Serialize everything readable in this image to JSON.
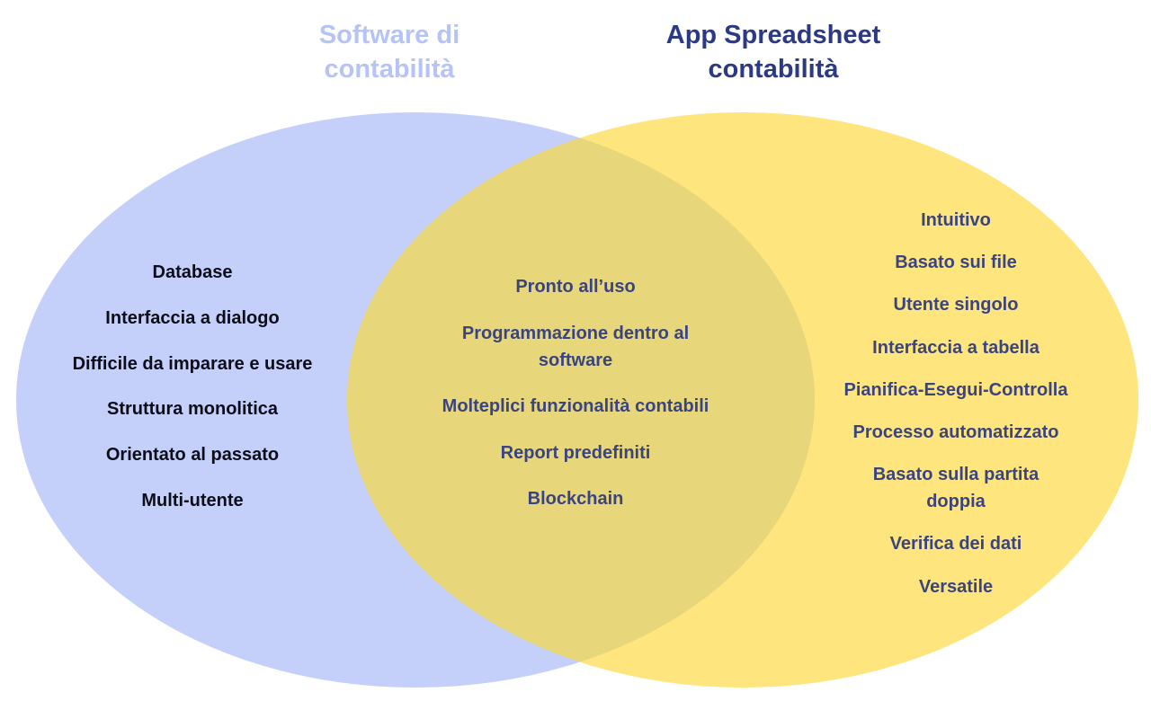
{
  "colors": {
    "left_set_fill": "#c4cffa",
    "right_set_fill": "#fee57d",
    "overlap_fill": "#e7d67a",
    "left_title": "#b6c3f6",
    "right_title": "#2c3a86",
    "left_items_text": "#0d0d1a",
    "center_items_text": "#3a4480",
    "right_items_text": "#3a4480"
  },
  "sets": {
    "left": {
      "title": "Software di\ncontabilità",
      "items": [
        "Database",
        "Interfaccia a dialogo",
        "Difficile da imparare e usare",
        "Struttura monolitica",
        "Orientato al passato",
        "Multi-utente"
      ]
    },
    "right": {
      "title": "App Spreadsheet\ncontabilità",
      "items": [
        "Intuitivo",
        "Basato sui file",
        "Utente singolo",
        "Interfaccia a tabella",
        "Pianifica-Esegui-Controlla",
        "Processo automatizzato",
        "Basato sulla partita\ndoppia",
        "Verifica dei dati",
        "Versatile"
      ]
    },
    "overlap": {
      "items": [
        "Pronto all’uso",
        "Programmazione dentro al\nsoftware",
        "Molteplici funzionalità contabili",
        "Report predefiniti",
        "Blockchain"
      ]
    }
  }
}
